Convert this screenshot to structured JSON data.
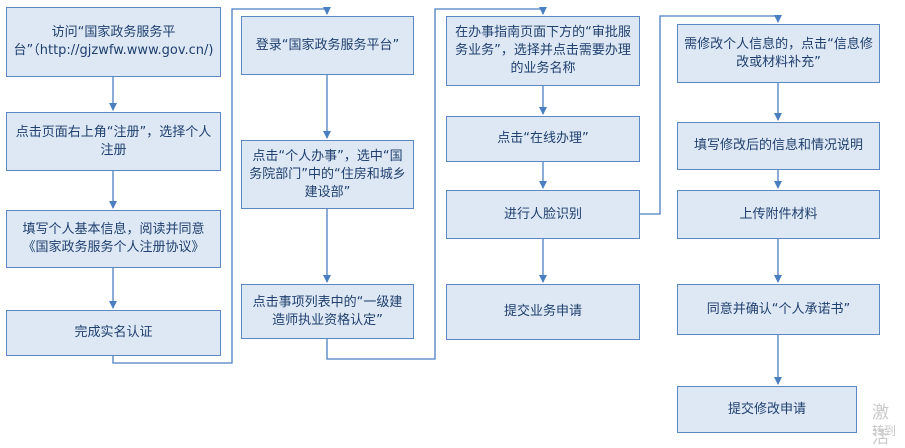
{
  "columns": [
    {
      "steps": [
        "访问“国家政务服务平台”（http://gjzwfw.www.gov.cn/)",
        "点击页面右上角“注册”，选择个人注册",
        "填写个人基本信息，阅读并同意《国家政务服务个人注册协议》",
        "完成实名认证"
      ]
    },
    {
      "steps": [
        "登录“国家政务服务平台”",
        "点击“个人办事”，选中“国务院部门”中的“住房和城乡建设部”",
        "点击事项列表中的“一级建造师执业资格认定”"
      ]
    },
    {
      "steps": [
        "在办事指南页面下方的“审批服务业务”，选择并点击需要办理的业务名称",
        "点击“在线办理”",
        "进行人脸识别",
        "提交业务申请"
      ]
    },
    {
      "steps": [
        "需修改个人信息的，点击“信息修改或材料补充”",
        "填写修改后的信息和情况说明",
        "上传附件材料",
        "同意并确认“个人承诺书”",
        "提交修改申请"
      ]
    }
  ],
  "watermark": [
    "激活",
    "转到"
  ]
}
